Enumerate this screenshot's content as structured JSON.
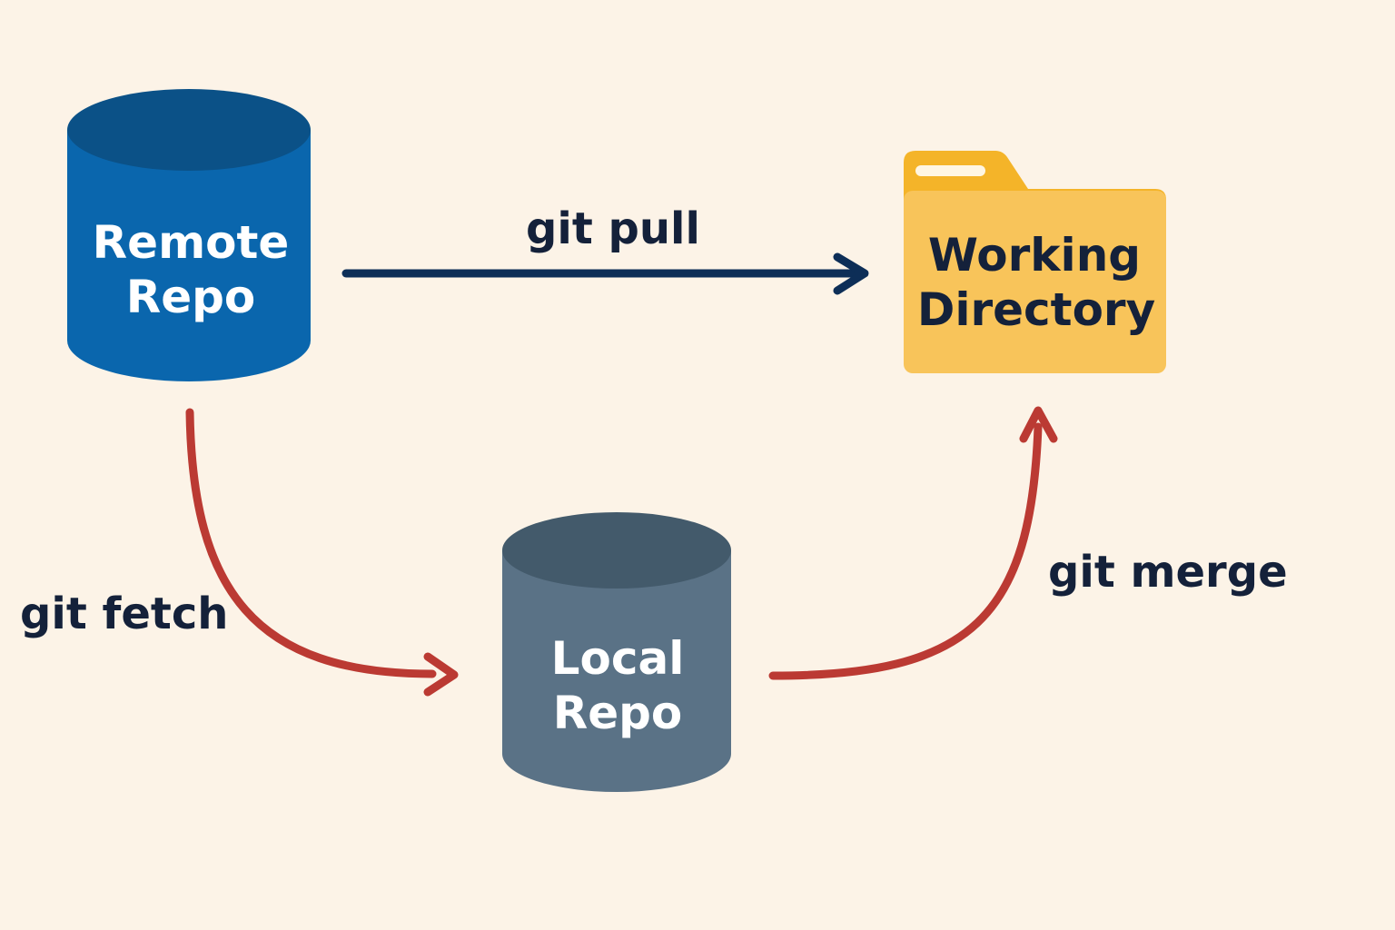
{
  "colors": {
    "background": "#fcf3e7",
    "remote_body": "#0a66ad",
    "remote_top": "#0b5187",
    "local_body": "#5a7286",
    "local_top": "#435a6b",
    "folder_back": "#f4b429",
    "folder_front": "#f8c45a",
    "pull_arrow": "#0d2e57",
    "fetch_merge_arrow": "#bb3a33",
    "edge_text": "#14213a",
    "dark_label": "#14213a",
    "light_label": "#ffffff"
  },
  "nodes": {
    "remote_repo": {
      "line1": "Remote",
      "line2": "Repo",
      "icon": "database-cylinder-icon"
    },
    "local_repo": {
      "line1": "Local",
      "line2": "Repo",
      "icon": "database-cylinder-icon"
    },
    "working_directory": {
      "line1": "Working",
      "line2": "Directory",
      "icon": "folder-icon"
    }
  },
  "edges": {
    "pull": {
      "label": "git pull",
      "from": "Remote Repo",
      "to": "Working Directory"
    },
    "fetch": {
      "label": "git fetch",
      "from": "Remote Repo",
      "to": "Local Repo"
    },
    "merge": {
      "label": "git merge",
      "from": "Local Repo",
      "to": "Working Directory"
    }
  }
}
